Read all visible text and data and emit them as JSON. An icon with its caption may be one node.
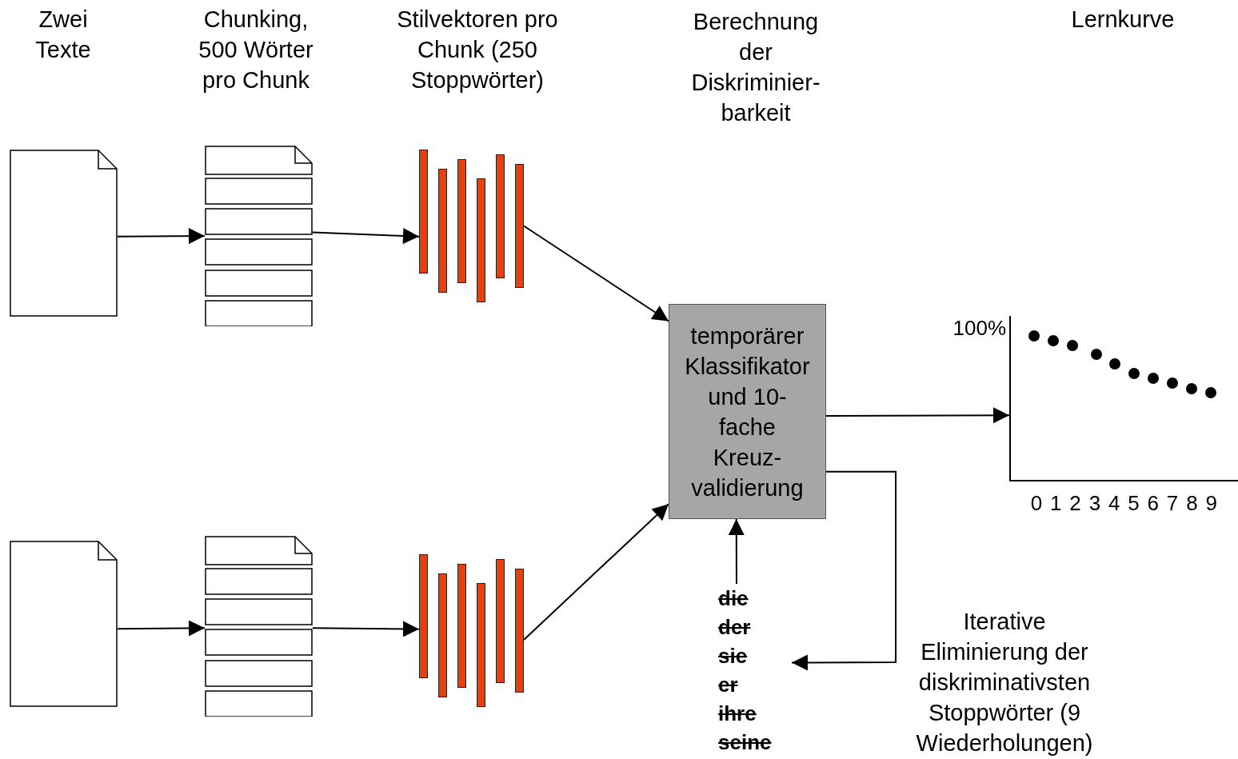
{
  "diagram": {
    "nodes": [
      {
        "text": [],
        "shape": "document"
      },
      {
        "text": [],
        "shape": "stack"
      },
      {
        "text": [],
        "shape": "bar"
      },
      {
        "text": [],
        "shape": "document"
      },
      {
        "text": [],
        "shape": "stack"
      },
      {
        "text": [],
        "shape": "bar"
      },
      {
        "text": [
          "temporärer Klassifikator und 10-fache Kreuz-validierung"
        ]
      },
      {
        "text": [
          "die",
          "der",
          "sie",
          "er",
          "ihre",
          "seine"
        ]
      },
      {
        "text": [],
        "shape": "chart",
        "beside": [
          "100%",
          "0",
          "1",
          "2",
          "3",
          "4",
          "5",
          "6",
          "7",
          "8",
          "9"
        ]
      }
    ],
    "edges": [
      {
        "from": 0,
        "to": 1,
        "arrow": "to"
      },
      {
        "from": 1,
        "to": 2,
        "arrow": "to"
      },
      {
        "from": 2,
        "to": 6,
        "arrow": "to"
      },
      {
        "from": 3,
        "to": 4,
        "arrow": "to"
      },
      {
        "from": 4,
        "to": 5,
        "arrow": "to"
      },
      {
        "from": 5,
        "to": 6,
        "arrow": "to"
      },
      {
        "from": 7,
        "to": 6,
        "arrow": "to"
      },
      {
        "from": 6,
        "to": 8,
        "arrow": "to"
      },
      {
        "from": 6,
        "to": 7,
        "arrow": "to",
        "label": "Iterative Eliminierung der diskriminativsten Stoppwörter (9 Wiederholungen)"
      }
    ],
    "labels": [
      "Zwei Texte",
      "Chunking, 500 Wörter pro Chunk",
      "Stilvektoren pro Chunk (250 Stoppwörter)",
      "Berechnung der Diskriminier-barkeit",
      "Lernkurve"
    ]
  }
}
